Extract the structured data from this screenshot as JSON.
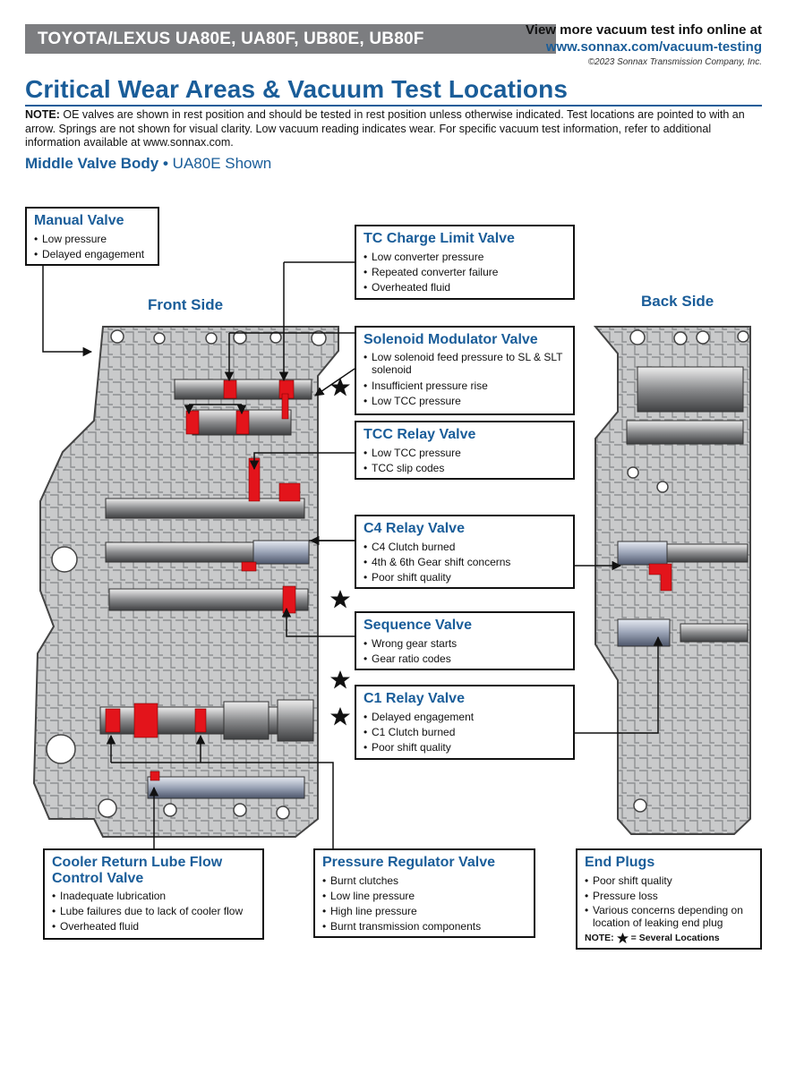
{
  "header": {
    "model_bar": "TOYOTA/LEXUS UA80E, UA80F, UB80E, UB80F",
    "online_text": "View more vacuum test info online at",
    "url": "www.sonnax.com/vacuum-testing",
    "copyright": "©2023 Sonnax Transmission Company, Inc."
  },
  "title": "Critical Wear Areas & Vacuum Test Locations",
  "note": {
    "label": "NOTE:",
    "text": " OE valves are shown in rest position and should be tested in rest position unless otherwise indicated. Test locations are pointed to with an arrow. Springs are not shown for visual clarity. Low vacuum reading indicates wear. For specific vacuum test information, refer to additional information available at www.sonnax.com."
  },
  "subtitle": {
    "bold": "Middle Valve Body •",
    "thin": " UA80E Shown"
  },
  "sides": {
    "front": "Front Side",
    "back": "Back Side"
  },
  "colors": {
    "accent": "#1a5d99",
    "wear_red": "#e3141b",
    "body_gray": "#c9cacb",
    "header_gray": "#7c7d80"
  },
  "callouts": {
    "manual_valve": {
      "title": "Manual Valve",
      "items": [
        "Low pressure",
        "Delayed engagement"
      ]
    },
    "tc_charge": {
      "title": "TC Charge Limit Valve",
      "items": [
        "Low converter pressure",
        "Repeated converter failure",
        "Overheated fluid"
      ]
    },
    "solenoid_mod": {
      "title": "Solenoid Modulator Valve",
      "items": [
        "Low solenoid feed pressure to SL & SLT solenoid",
        "Insufficient pressure rise",
        "Low TCC pressure"
      ]
    },
    "tcc_relay": {
      "title": "TCC Relay Valve",
      "items": [
        "Low TCC pressure",
        "TCC slip codes"
      ]
    },
    "c4_relay": {
      "title": "C4 Relay Valve",
      "items": [
        "C4 Clutch burned",
        "4th & 6th Gear shift concerns",
        "Poor shift quality"
      ]
    },
    "sequence": {
      "title": "Sequence Valve",
      "items": [
        "Wrong gear starts",
        "Gear ratio codes"
      ]
    },
    "c1_relay": {
      "title": "C1 Relay Valve",
      "items": [
        "Delayed engagement",
        "C1 Clutch burned",
        "Poor shift quality"
      ]
    },
    "cooler_return": {
      "title_line1": "Cooler Return Lube Flow",
      "title_line2": "Control Valve",
      "items": [
        "Inadequate lubrication",
        "Lube failures due to lack of cooler flow",
        "Overheated fluid"
      ]
    },
    "pressure_reg": {
      "title": "Pressure Regulator Valve",
      "items": [
        "Burnt clutches",
        "Low line pressure",
        "High line pressure",
        "Burnt transmission components"
      ]
    },
    "end_plugs": {
      "title": "End Plugs",
      "items": [
        "Poor shift quality",
        "Pressure loss",
        "Various concerns depending on location of leaking end plug"
      ],
      "note_label": "NOTE:",
      "note_text": "= Several Locations"
    }
  }
}
